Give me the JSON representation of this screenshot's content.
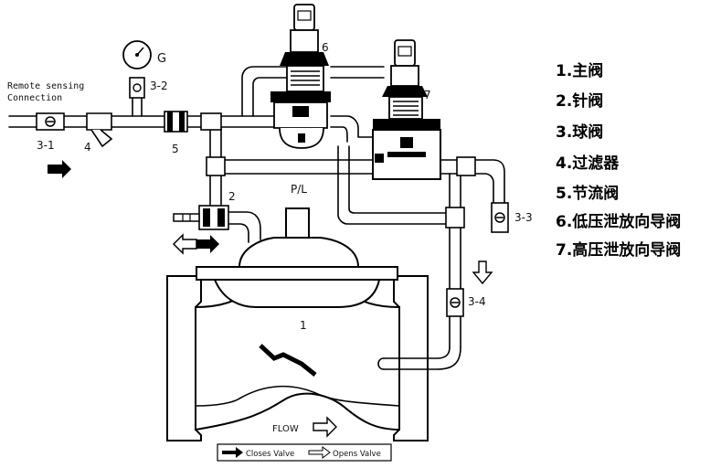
{
  "callouts": {
    "remote_line1": "Remote sensing",
    "remote_line2": "Connection",
    "n3_1": "3-1",
    "n4": "4",
    "n5": "5",
    "n3_2": "3-2",
    "g": "G",
    "n6": "6",
    "n7": "7",
    "n2": "2",
    "pl": "P/L",
    "n3_3": "3-3",
    "n3_4": "3-4",
    "n1": "1",
    "flow": "FLOW"
  },
  "bottom_legend": {
    "closes": "Closes Valve",
    "opens": "Opens Valve"
  },
  "parts_list": [
    "1.主阀",
    "2.针阀",
    "3.球阀",
    "4.过滤器",
    "5.节流阀",
    "6.低压泄放向导阀",
    "7.高压泄放向导阀"
  ]
}
